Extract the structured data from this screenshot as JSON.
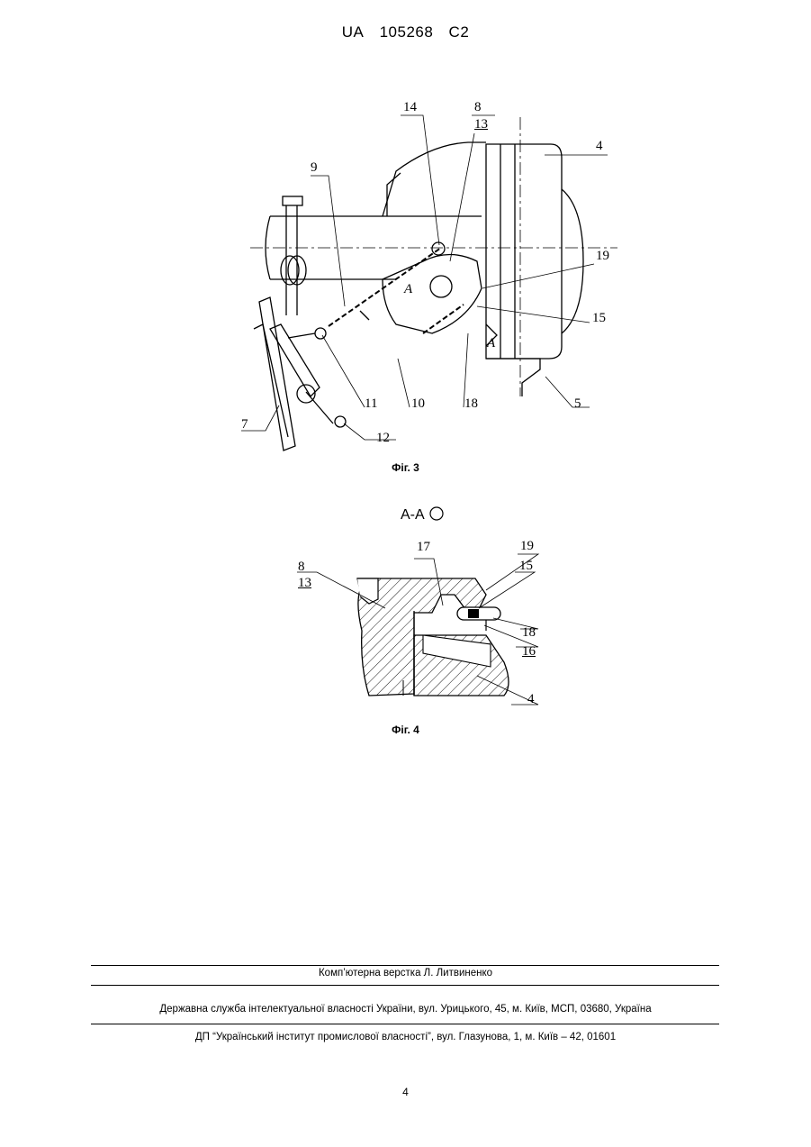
{
  "header": {
    "country": "UA",
    "number": "105268",
    "kind": "C2"
  },
  "fig3": {
    "caption": "Фіг. 3",
    "labels": {
      "l4": "4",
      "l5": "5",
      "l7": "7",
      "l8": "8",
      "l9": "9",
      "l10": "10",
      "l11": "11",
      "l12": "12",
      "l13": "13",
      "l14": "14",
      "l15": "15",
      "l18": "18",
      "l19": "19",
      "sectionA1": "A",
      "sectionA2": "A"
    }
  },
  "fig4": {
    "section_title": "А-А",
    "caption": "Фіг. 4",
    "labels": {
      "l4": "4",
      "l8": "8",
      "l13": "13",
      "l15": "15",
      "l16": "16",
      "l17": "17",
      "l18": "18",
      "l19": "19"
    }
  },
  "footer": {
    "layout": "Комп’ютерна верстка Л. Литвиненко",
    "office": "Державна служба інтелектуальної власності України, вул. Урицького, 45, м. Київ, МСП, 03680, Україна",
    "institute": "ДП “Український інститут промислової власності”, вул. Глазунова, 1, м. Київ – 42, 01601",
    "page": "4"
  }
}
